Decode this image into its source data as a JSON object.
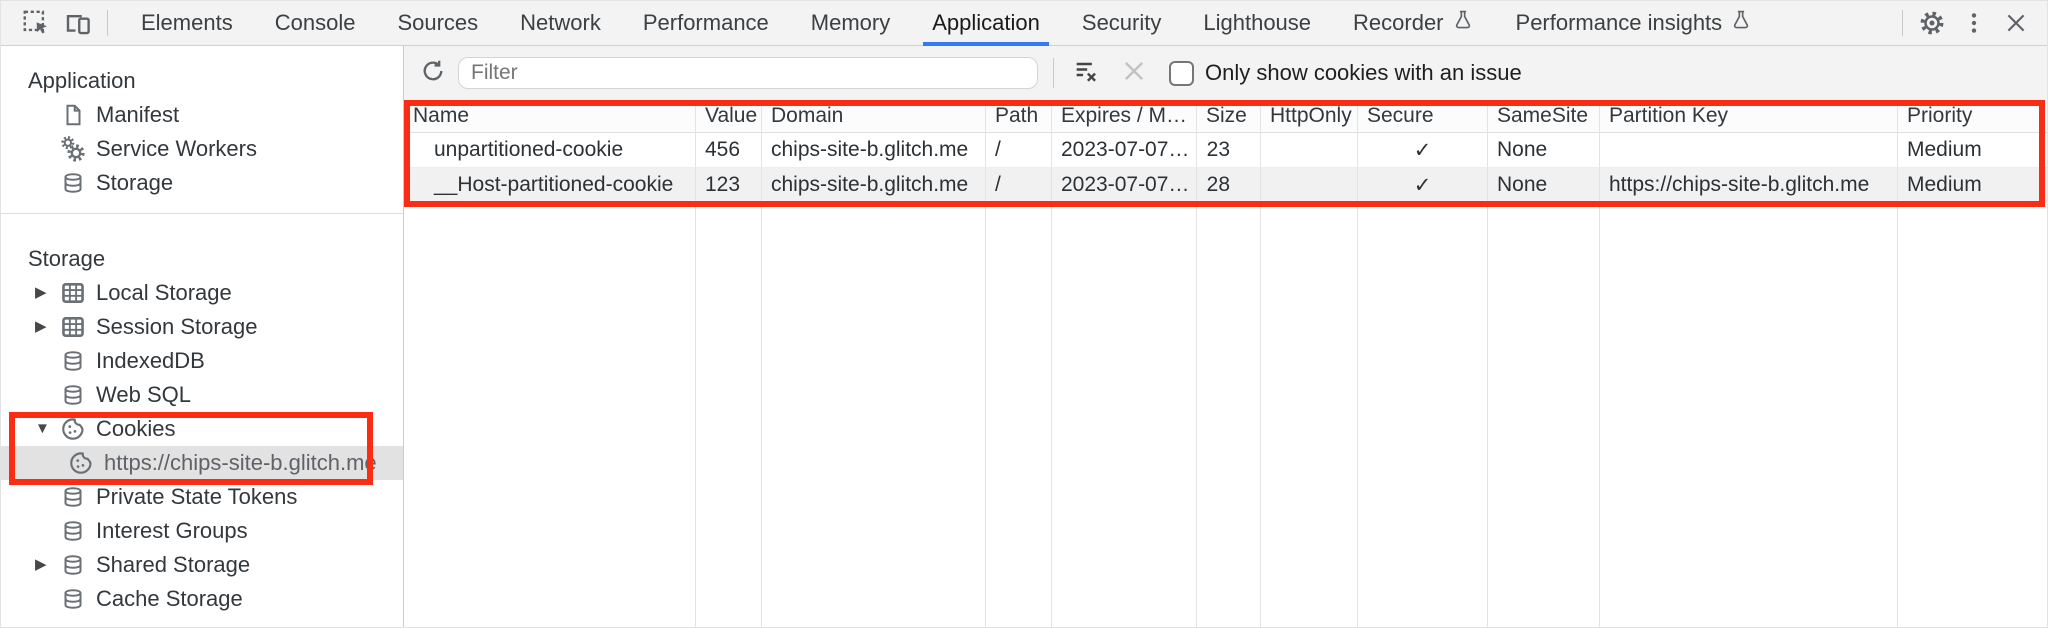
{
  "colors": {
    "accent": "#3478f6",
    "annotation": "#fa2d14",
    "toolbar_bg": "#f3f3f3",
    "selection_bg": "#e2e2e2",
    "stripe_bg": "#f1f1f1",
    "icon_gray": "#5f6368",
    "text_dark": "#303942",
    "border_gray": "#d0d0d0",
    "grid_line": "#e3e3e3"
  },
  "tabbar": {
    "tabs": [
      {
        "label": "Elements"
      },
      {
        "label": "Console"
      },
      {
        "label": "Sources"
      },
      {
        "label": "Network"
      },
      {
        "label": "Performance"
      },
      {
        "label": "Memory"
      },
      {
        "label": "Application",
        "active": true
      },
      {
        "label": "Security"
      },
      {
        "label": "Lighthouse"
      },
      {
        "label": "Recorder",
        "flask": true
      },
      {
        "label": "Performance insights",
        "flask": true
      }
    ]
  },
  "sidebar": {
    "sections": [
      {
        "title": "Application",
        "items": [
          {
            "label": "Manifest",
            "icon": "document-icon"
          },
          {
            "label": "Service Workers",
            "icon": "service-workers-icon"
          },
          {
            "label": "Storage",
            "icon": "database-icon"
          }
        ]
      },
      {
        "title": "Storage",
        "items": [
          {
            "label": "Local Storage",
            "icon": "table-icon",
            "chevron": "collapsed"
          },
          {
            "label": "Session Storage",
            "icon": "table-icon",
            "chevron": "collapsed"
          },
          {
            "label": "IndexedDB",
            "icon": "database-icon"
          },
          {
            "label": "Web SQL",
            "icon": "database-icon"
          },
          {
            "label": "Cookies",
            "icon": "cookie-icon",
            "chevron": "expanded",
            "annotated": true
          },
          {
            "label": "https://chips-site-b.glitch.me",
            "icon": "cookie-icon",
            "child": true,
            "selected": true,
            "annotated": true
          },
          {
            "label": "Private State Tokens",
            "icon": "database-icon"
          },
          {
            "label": "Interest Groups",
            "icon": "database-icon"
          },
          {
            "label": "Shared Storage",
            "icon": "database-icon",
            "chevron": "collapsed"
          },
          {
            "label": "Cache Storage",
            "icon": "database-icon"
          }
        ]
      }
    ]
  },
  "toolbar": {
    "filter_placeholder": "Filter",
    "filter_value": "",
    "checkbox_label": "Only show cookies with an issue",
    "checkbox_checked": false
  },
  "cookie_table": {
    "columns": [
      "Name",
      "Value",
      "Domain",
      "Path",
      "Expires / M…",
      "Size",
      "HttpOnly",
      "Secure",
      "SameSite",
      "Partition Key",
      "Priority"
    ],
    "rows": [
      {
        "name": "unpartitioned-cookie",
        "value": "456",
        "domain": "chips-site-b.glitch.me",
        "path": "/",
        "expires": "2023-07-07…",
        "size": "23",
        "http_only": "",
        "secure": "✓",
        "same_site": "None",
        "partition_key": "",
        "priority": "Medium"
      },
      {
        "name": "__Host-partitioned-cookie",
        "value": "123",
        "domain": "chips-site-b.glitch.me",
        "path": "/",
        "expires": "2023-07-07…",
        "size": "28",
        "http_only": "",
        "secure": "✓",
        "same_site": "None",
        "partition_key": "https://chips-site-b.glitch.me",
        "priority": "Medium"
      }
    ]
  }
}
